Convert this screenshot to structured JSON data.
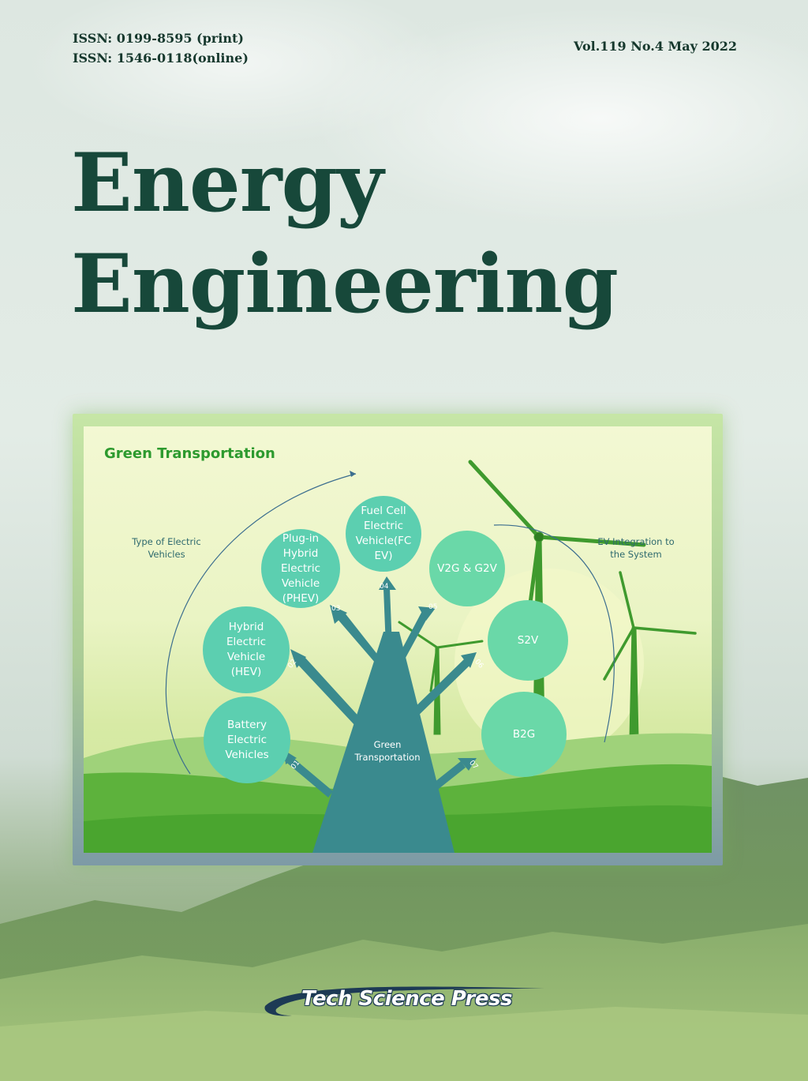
{
  "header": {
    "issn_print": "ISSN: 0199-8595 (print)",
    "issn_online": "ISSN: 1546-0118(online)",
    "volume_issue": "Vol.119 No.4 May 2022"
  },
  "journal": {
    "title_line1": "Energy",
    "title_line2": "Engineering"
  },
  "figure": {
    "title": "Green Transportation",
    "left_label": "Type of Electric\nVehicles",
    "right_label": "EV Integration to\nthe System",
    "trunk_label": "Green\nTransportation",
    "branches": [
      {
        "number": "01",
        "label": "Battery\nElectric\nVehicles"
      },
      {
        "number": "02",
        "label": "Hybrid\nElectric\nVehicle\n(HEV)"
      },
      {
        "number": "03",
        "label": "Plug-in\nHybrid\nElectric\nVehicle\n(PHEV)"
      },
      {
        "number": "04",
        "label": "Fuel Cell\nElectric\nVehicle(FC\nEV)"
      },
      {
        "number": "05",
        "label": "V2G & G2V"
      },
      {
        "number": "06",
        "label": "S2V"
      },
      {
        "number": "07",
        "label": "B2G"
      }
    ]
  },
  "publisher": {
    "name": "Tech Science Press"
  },
  "colors": {
    "title": "#17483a",
    "figure_title": "#2d9a2e",
    "tree": "#3a8a8e",
    "circles": "#5ccfb0"
  }
}
